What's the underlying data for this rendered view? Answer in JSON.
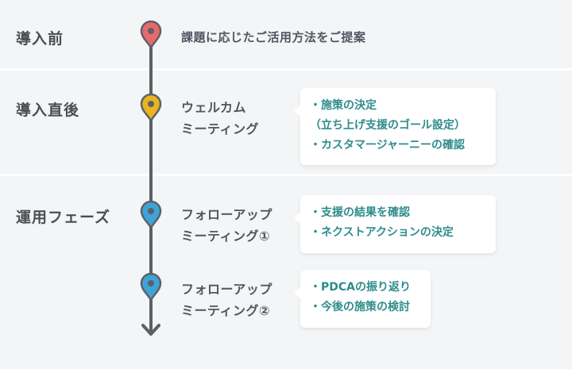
{
  "phases": [
    {
      "label": "導入前"
    },
    {
      "label": "導入直後"
    },
    {
      "label": "運用フェーズ"
    }
  ],
  "steps": {
    "before": {
      "text": "課題に応じたご活用方法をご提案"
    },
    "welcome": {
      "title_line1": "ウェルカム",
      "title_line2": "ミーティング",
      "items": [
        "・施策の決定",
        "（立ち上げ支援のゴール設定）",
        "・カスタマージャーニーの確認"
      ]
    },
    "followup1": {
      "title_line1": "フォローアップ",
      "title_line2": "ミーティング①",
      "items": [
        "・支援の結果を確認",
        "・ネクストアクションの決定"
      ]
    },
    "followup2": {
      "title_line1": "フォローアップ",
      "title_line2": "ミーティング②",
      "items": [
        "・PDCAの振り返り",
        "・今後の施策の検討"
      ]
    }
  },
  "colors": {
    "line": "#5d6166",
    "pin_red": "#e8696b",
    "pin_yellow": "#e9b422",
    "pin_blue": "#3ea3d8",
    "accent_text": "#2e8c8c",
    "band_bg": "#f3f5f6"
  },
  "icons": [
    "map-pin-icon",
    "arrow-down-icon"
  ]
}
